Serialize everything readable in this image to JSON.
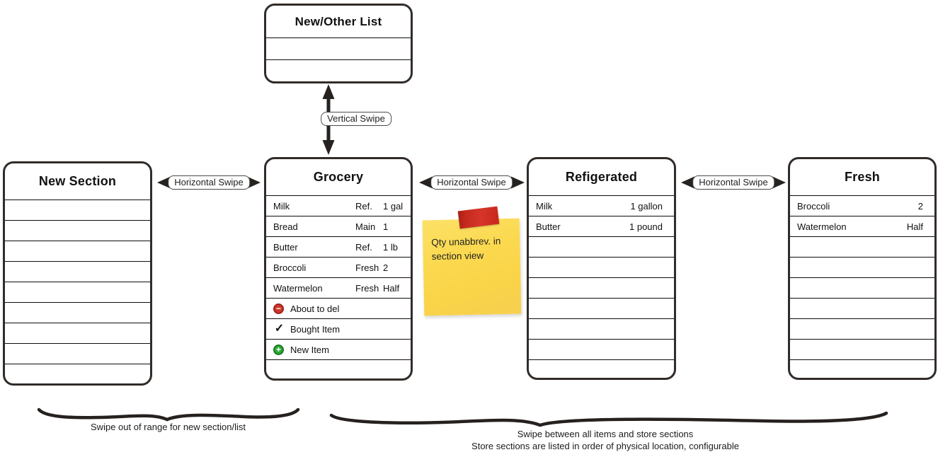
{
  "colors": {
    "card_border": "#322c29",
    "line": "#0d0d0d",
    "delete_red": "#cf372c",
    "add_green": "#2daa35",
    "note_yellow": "#fad84e",
    "tape_red": "#ce2b21"
  },
  "icons": {
    "delete": "−",
    "check": "✓",
    "add": "+"
  },
  "lists": {
    "new_other_list": {
      "title": "New/Other List"
    },
    "new_section": {
      "title": "New Section"
    },
    "grocery": {
      "title": "Grocery",
      "items": [
        {
          "name": "Milk",
          "section": "Ref.",
          "qty": "1 gal"
        },
        {
          "name": "Bread",
          "section": "Main",
          "qty": "1"
        },
        {
          "name": "Butter",
          "section": "Ref.",
          "qty": "1 lb"
        },
        {
          "name": "Broccoli",
          "section": "Fresh",
          "qty": "2"
        },
        {
          "name": "Watermelon",
          "section": "Fresh",
          "qty": "Half"
        }
      ],
      "states": [
        {
          "icon": "delete-icon",
          "label": "About to del"
        },
        {
          "icon": "check-icon",
          "label": "Bought Item"
        },
        {
          "icon": "add-icon",
          "label": "New Item"
        }
      ]
    },
    "refrigerated": {
      "title": "Refigerated",
      "items": [
        {
          "name": "Milk",
          "qty": "1 gallon"
        },
        {
          "name": "Butter",
          "qty": "1 pound"
        }
      ]
    },
    "fresh": {
      "title": "Fresh",
      "items": [
        {
          "name": "Broccoli",
          "qty": "2"
        },
        {
          "name": "Watermelon",
          "qty": "Half"
        }
      ]
    }
  },
  "swipe_labels": {
    "vertical": "Vertical Swipe",
    "horizontal_left": "Horizontal Swipe",
    "horizontal_mid": "Horizontal Swipe",
    "horizontal_right": "Horizontal Swipe"
  },
  "sticky_note": {
    "text": "Qty unabbrev. in section view"
  },
  "captions": {
    "left": "Swipe out of range for new section/list",
    "right_line1": "Swipe between all items and store sections",
    "right_line2": "Store sections are listed in order of physical location, configurable"
  }
}
